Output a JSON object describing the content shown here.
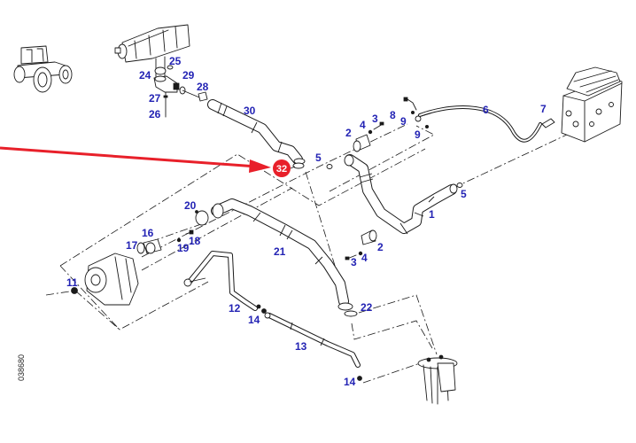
{
  "diagram": {
    "type": "exploded parts diagram",
    "subject": "Tractor hydraulic pump suction and pressure lines",
    "drawing_id": "038680",
    "colors": {
      "callout_text": "#2323b4",
      "highlight": "#e8202a",
      "line_art": "#1a1a1a",
      "background": "#ffffff"
    },
    "highlight": {
      "part_number": "32",
      "marker": "red-arrow"
    },
    "icons": {
      "tractor": "tractor-icon"
    },
    "callouts": [
      {
        "id": "c1",
        "label": "1",
        "part": "hose-pipe"
      },
      {
        "id": "c2a",
        "label": "2",
        "part": "flange-clamp"
      },
      {
        "id": "c2b",
        "label": "2",
        "part": "flange-clamp"
      },
      {
        "id": "c3a",
        "label": "3",
        "part": "bolt"
      },
      {
        "id": "c3b",
        "label": "3",
        "part": "bolt"
      },
      {
        "id": "c4a",
        "label": "4",
        "part": "washer"
      },
      {
        "id": "c4b",
        "label": "4",
        "part": "washer"
      },
      {
        "id": "c5a",
        "label": "5",
        "part": "o-ring"
      },
      {
        "id": "c5b",
        "label": "5",
        "part": "o-ring"
      },
      {
        "id": "c6",
        "label": "6",
        "part": "pressure-hose"
      },
      {
        "id": "c7",
        "label": "7",
        "part": "adapter-fitting"
      },
      {
        "id": "c8",
        "label": "8",
        "part": "banjo-bolt"
      },
      {
        "id": "c9a",
        "label": "9",
        "part": "sealing-washer"
      },
      {
        "id": "c9b",
        "label": "9",
        "part": "sealing-washer"
      },
      {
        "id": "c11",
        "label": "11",
        "part": "plug"
      },
      {
        "id": "c12",
        "label": "12",
        "part": "drain-pipe"
      },
      {
        "id": "c13",
        "label": "13",
        "part": "return-pipe"
      },
      {
        "id": "c14a",
        "label": "14",
        "part": "nut"
      },
      {
        "id": "c14b",
        "label": "14",
        "part": "nut"
      },
      {
        "id": "c16",
        "label": "16",
        "part": "pipe-adapter"
      },
      {
        "id": "c17",
        "label": "17",
        "part": "o-ring"
      },
      {
        "id": "c18",
        "label": "18",
        "part": "screw"
      },
      {
        "id": "c19",
        "label": "19",
        "part": "washer"
      },
      {
        "id": "c20",
        "label": "20",
        "part": "hose-clamp"
      },
      {
        "id": "c21",
        "label": "21",
        "part": "suction-hose"
      },
      {
        "id": "c22",
        "label": "22",
        "part": "hose-clamp"
      },
      {
        "id": "c24",
        "label": "24",
        "part": "elbow-fitting"
      },
      {
        "id": "c25",
        "label": "25",
        "part": "o-ring"
      },
      {
        "id": "c26",
        "label": "26",
        "part": "bolt"
      },
      {
        "id": "c27",
        "label": "27",
        "part": "washer"
      },
      {
        "id": "c28",
        "label": "28",
        "part": "hose-nipple"
      },
      {
        "id": "c29",
        "label": "29",
        "part": "hose-clamp"
      },
      {
        "id": "c30",
        "label": "30",
        "part": "suction-hose"
      }
    ]
  }
}
